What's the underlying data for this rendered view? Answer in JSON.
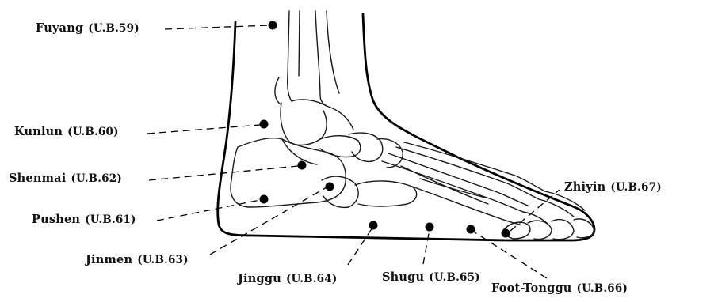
{
  "points": [
    {
      "name": "Fuyang",
      "code": "(U.B.59)"
    },
    {
      "name": "Kunlun",
      "code": "(U.B.60)"
    },
    {
      "name": "Shenmai",
      "code": "(U.B.62)"
    },
    {
      "name": "Pushen",
      "code": "(U.B.61)"
    },
    {
      "name": "Jinmen",
      "code": "(U.B.63)"
    },
    {
      "name": "Jinggu",
      "code": "(U.B.64)"
    },
    {
      "name": "Shugu",
      "code": "(U.B.65)"
    },
    {
      "name": "Foot-Tonggu",
      "code": "(U.B.66)"
    },
    {
      "name": "Zhiyin",
      "code": "(U.B.67)"
    }
  ]
}
